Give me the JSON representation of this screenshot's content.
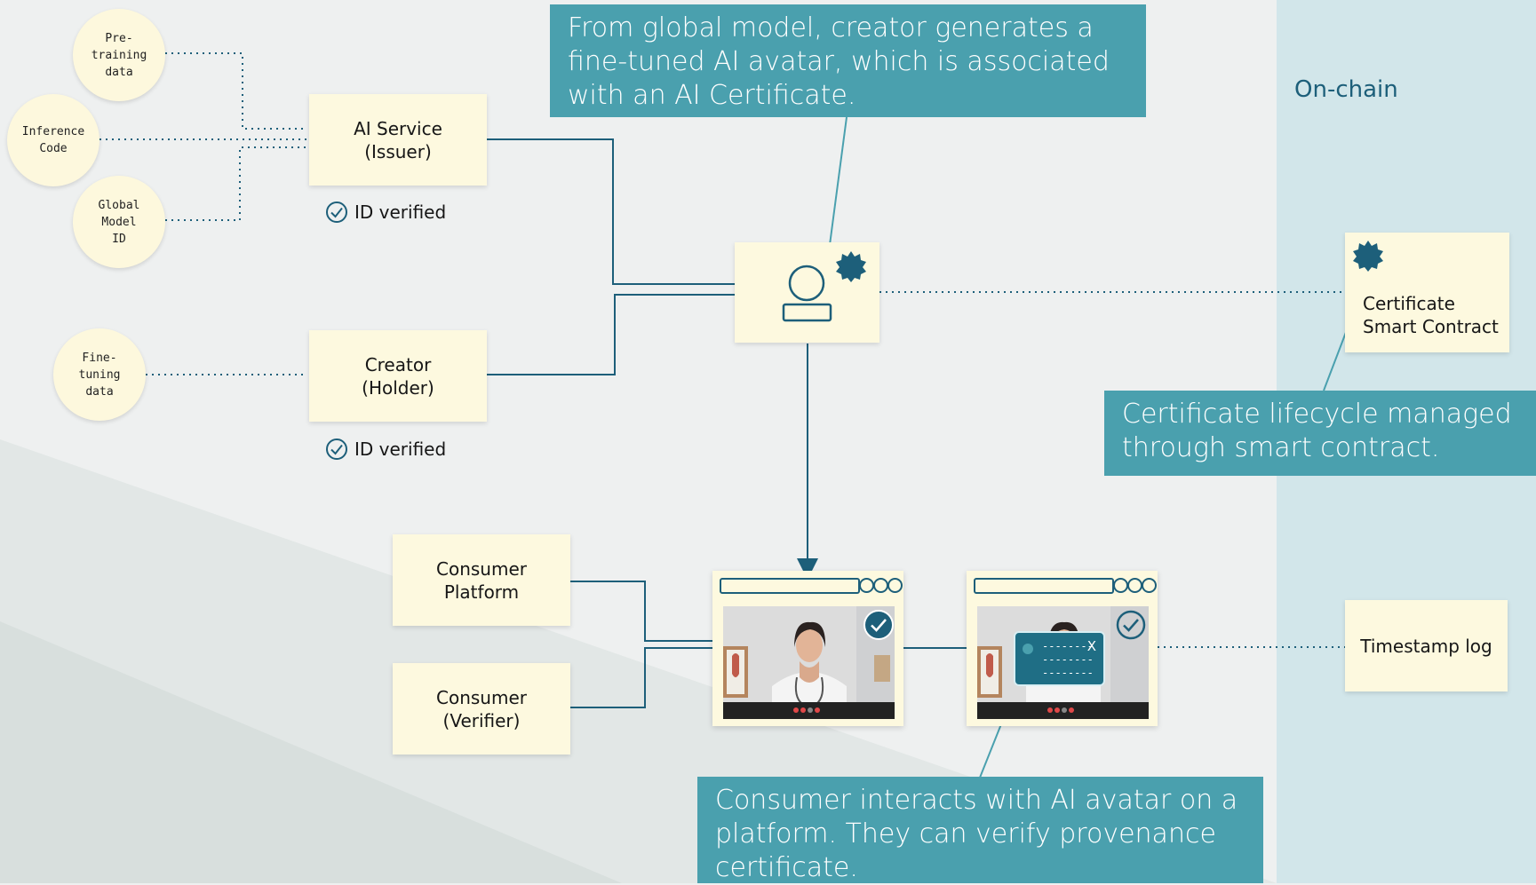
{
  "colors": {
    "accent_teal": "#4aa0ae",
    "dark_teal": "#1d5f7a",
    "box_fill": "#fdf9df",
    "onchain_panel": "#d2e6ea"
  },
  "inputs": {
    "pretraining": "Pre-\ntraining\ndata",
    "inference": "Inference\nCode",
    "global_model": "Global\nModel\nID",
    "finetuning": "Fine-\ntuning\ndata"
  },
  "actors": {
    "ai_service": "AI Service\n(Issuer)",
    "creator": "Creator\n(Holder)",
    "consumer_platform": "Consumer\nPlatform",
    "consumer_verifier": "Consumer\n(Verifier)"
  },
  "verified_label": "ID verified",
  "onchain": {
    "label": "On-chain",
    "certificate": "Certificate\nSmart Contract",
    "timestamp": "Timestamp log"
  },
  "callouts": {
    "avatar": "From global model, creator generates a fine-tuned  AI avatar, which is associated with an AI Certificate.",
    "lifecycle": "Certificate lifecycle managed through smart contract.",
    "consumer": "Consumer interacts with AI avatar on a platform. They can verify provenance certificate."
  },
  "popup": {
    "lines": "--------\n--------\n--------",
    "close": "X"
  },
  "icons": {
    "badge": "certificate-seal-icon",
    "avatar": "user-icon",
    "check": "checkmark-circle-icon"
  }
}
